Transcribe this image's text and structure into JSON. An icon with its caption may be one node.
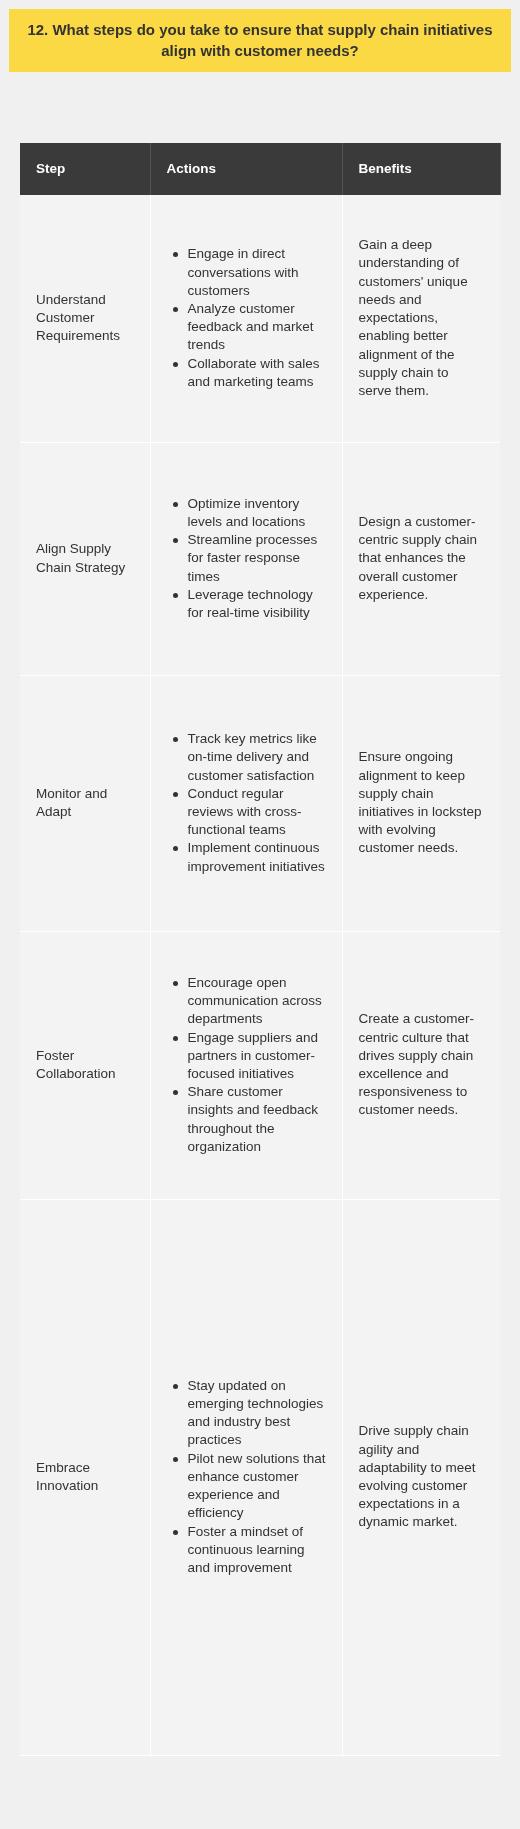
{
  "diagram": {
    "title": "12. What steps do you take to ensure that supply chain initiatives align with customer needs?",
    "labels": [
      "Step",
      "Actions",
      "Benefits",
      "Understand Customer Requirements",
      "Engage in direct conversations with customers",
      "Analyze customer feedback and market trends",
      "Collaborate with sales and marketing teams",
      "Gain a deep understanding of customers' unique needs and expectations, enabling better alignment of the supply chain to serve them.",
      "Align Supply Chain Strategy",
      "Optimize inventory levels and locations",
      "Streamline processes for faster response times",
      "Leverage technology for real-time visibility",
      "Design a customer-centric supply chain that enhances the overall customer experience.",
      "Monitor and Adapt",
      "Track key metrics like on-time delivery and customer satisfaction",
      "Conduct regular reviews with cross-functional teams",
      "Implement continuous improvement initiatives",
      "Ensure ongoing alignment to keep supply chain initiatives in lockstep with evolving customer needs.",
      "Foster Collaboration",
      "Encourage open communication across departments",
      "Engage suppliers and partners in customer-focused initiatives",
      "Share customer insights and feedback throughout the organization",
      "Create a customer-centric culture that drives supply chain excellence and responsiveness to customer needs.",
      "Embrace Innovation",
      "Stay updated on emerging technologies and industry best practices",
      "Pilot new solutions that enhance customer experience and efficiency",
      "Foster a mindset of continuous learning and improvement",
      "Drive supply chain agility and adaptability to meet evolving customer expectations in a dynamic market."
    ]
  }
}
